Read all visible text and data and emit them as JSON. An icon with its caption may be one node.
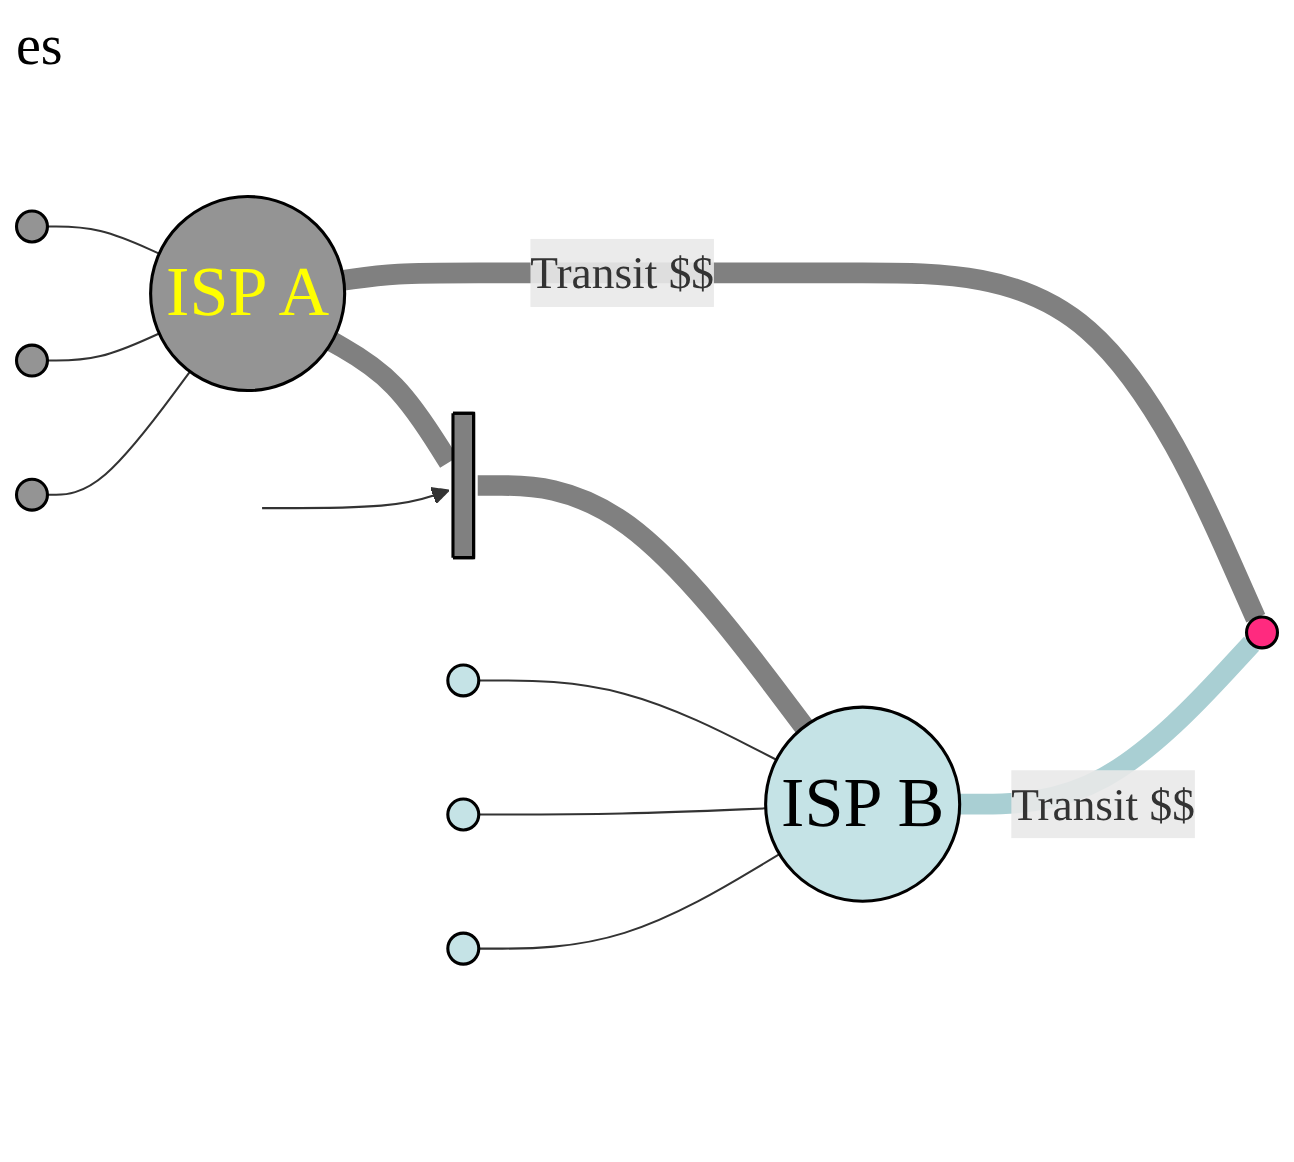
{
  "diagram": {
    "nodes": [
      {
        "text": [
          "ISP A"
        ]
      },
      {
        "text": [],
        "shape": "circle"
      },
      {
        "text": [],
        "shape": "circle"
      },
      {
        "text": [],
        "shape": "circle"
      },
      {
        "text": [
          "ISP B"
        ]
      },
      {
        "text": [],
        "shape": "circle"
      },
      {
        "text": [],
        "shape": "circle"
      },
      {
        "text": [],
        "shape": "circle"
      },
      {
        "text": [],
        "shape": "circle"
      },
      {
        "text": [],
        "shape": "bar"
      }
    ],
    "edges": [
      {
        "from": 1,
        "to": 0,
        "arrow": "none"
      },
      {
        "from": 2,
        "to": 0,
        "arrow": "none"
      },
      {
        "from": 3,
        "to": 0,
        "arrow": "none"
      },
      {
        "from": 0,
        "to": 8,
        "arrow": "none",
        "label": "Transit $$",
        "style": "thick",
        "color": "#808080"
      },
      {
        "from": 0,
        "to": 9,
        "arrow": "none",
        "style": "thick",
        "color": "#808080"
      },
      {
        "from": 9,
        "to": 4,
        "arrow": "none",
        "style": "thick",
        "color": "#808080"
      },
      {
        "from": null,
        "to": 9,
        "arrow": "to"
      },
      {
        "from": 5,
        "to": 4,
        "arrow": "none"
      },
      {
        "from": 6,
        "to": 4,
        "arrow": "none"
      },
      {
        "from": 7,
        "to": 4,
        "arrow": "none"
      },
      {
        "from": 4,
        "to": 8,
        "arrow": "none",
        "label": "Transit $$",
        "style": "thick",
        "color": "#a9cfd3"
      }
    ],
    "labels": [
      "es"
    ]
  }
}
